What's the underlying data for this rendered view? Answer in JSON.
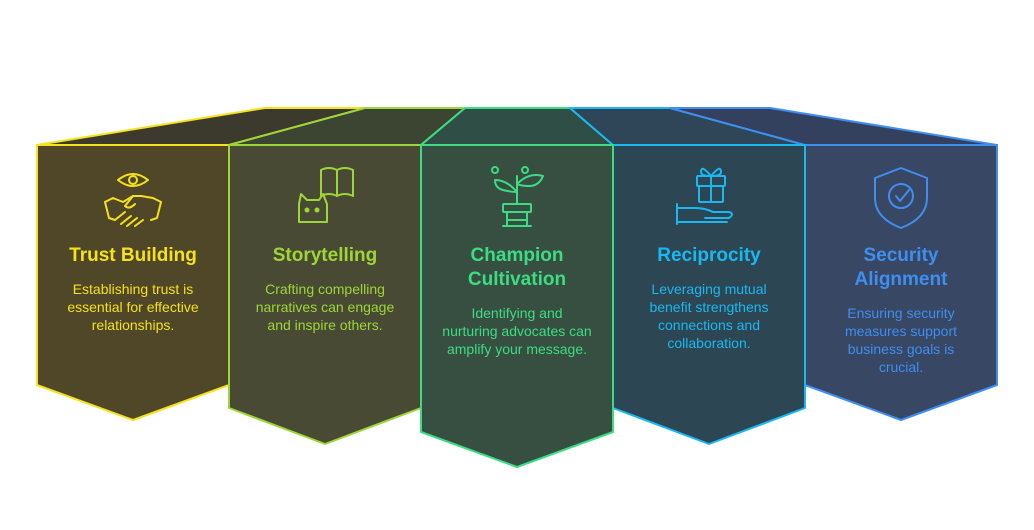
{
  "panels": [
    {
      "id": "trust-building",
      "title": "Trust Building",
      "description": "Establishing trust is essential for effective relationships.",
      "icon": "handshake-eye-icon",
      "color": "#f5e11c",
      "fill": "#4f4728",
      "top_fill": "#3b3a2c"
    },
    {
      "id": "storytelling",
      "title": "Storytelling",
      "description": "Crafting compelling narratives can engage and inspire others.",
      "icon": "book-character-icon",
      "color": "#9ed63a",
      "fill": "#494a33",
      "top_fill": "#3c4532"
    },
    {
      "id": "champion-cultivation",
      "title": "Champion Cultivation",
      "description": "Identifying and nurturing advocates can amplify your message.",
      "icon": "plant-pot-icon",
      "color": "#3ddc84",
      "fill": "#364f40",
      "top_fill": "#2f4e45"
    },
    {
      "id": "reciprocity",
      "title": "Reciprocity",
      "description": "Leveraging mutual benefit strengthens connections and collaboration.",
      "icon": "gift-hand-icon",
      "color": "#1ab8f0",
      "fill": "#2d4654",
      "top_fill": "#2f4658"
    },
    {
      "id": "security-alignment",
      "title": "Security Alignment",
      "description": "Ensuring security measures support business goals is crucial.",
      "icon": "shield-check-icon",
      "color": "#3f8ef0",
      "fill": "#374764",
      "top_fill": "#33415f"
    }
  ]
}
